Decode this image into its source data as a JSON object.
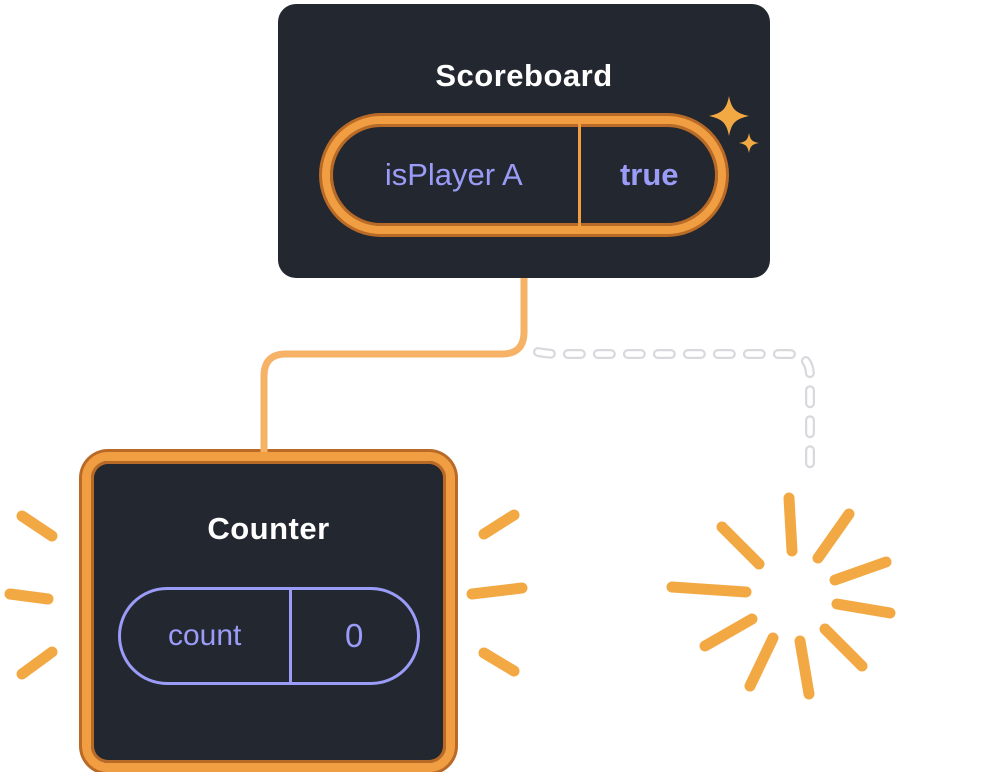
{
  "colors": {
    "bg": "#FFFFFF",
    "dark": "#23272F",
    "orange": "#F09E41",
    "orange-dark": "#B96A26",
    "line": "#F6B267",
    "ray": "#F3A943",
    "purple": "#9B9CF8",
    "dash-under": "#D8D9DD",
    "white": "#FFFFFF"
  },
  "scoreboard": {
    "title": "Scoreboard",
    "state_key": "isPlayer A",
    "state_value": "true"
  },
  "counter": {
    "title": "Counter",
    "state_key": "count",
    "state_value": "0"
  },
  "icons": {
    "sparkles": "sparkle-icon",
    "burst": "poof-burst-icon",
    "emphasis_left": "emphasis-rays-left-icon",
    "emphasis_right": "emphasis-rays-right-icon",
    "solid_connector": "solid-connector-line",
    "dashed_connector": "dashed-connector-line"
  }
}
